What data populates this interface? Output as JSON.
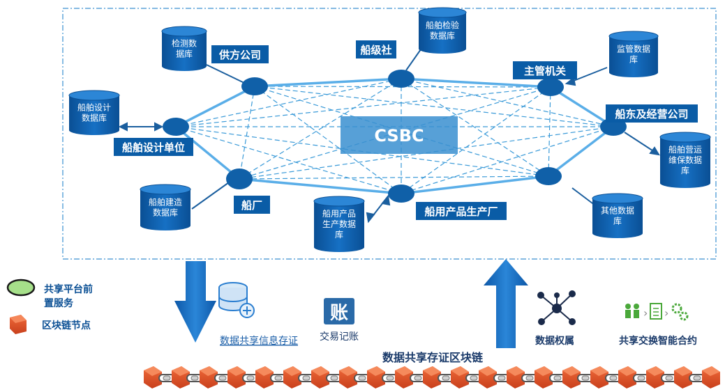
{
  "center": {
    "label": "CSBC"
  },
  "nodes": [
    {
      "id": "supplier",
      "label": "供方公司"
    },
    {
      "id": "class",
      "label": "船级社"
    },
    {
      "id": "authority",
      "label": "主管机关"
    },
    {
      "id": "owner",
      "label": "船东及经营公司"
    },
    {
      "id": "equipment",
      "label": "船用产品生产厂"
    },
    {
      "id": "shipyard",
      "label": "船厂"
    },
    {
      "id": "design",
      "label": "船舶设计单位"
    },
    {
      "id": "other",
      "label": ""
    }
  ],
  "databases": [
    {
      "id": "inspect",
      "lines": [
        "检测数",
        "据库"
      ]
    },
    {
      "id": "survey",
      "lines": [
        "船舶检验",
        "数据库"
      ]
    },
    {
      "id": "supervise",
      "lines": [
        "监管数据",
        "库"
      ]
    },
    {
      "id": "operate",
      "lines": [
        "船舶营运",
        "维保数据",
        "库"
      ]
    },
    {
      "id": "others",
      "lines": [
        "其他数据",
        "库"
      ]
    },
    {
      "id": "product",
      "lines": [
        "船用产品",
        "生产数据",
        "库"
      ]
    },
    {
      "id": "build",
      "lines": [
        "船舶建造",
        "数据库"
      ]
    },
    {
      "id": "designdb",
      "lines": [
        "船舶设计",
        "数据库"
      ]
    }
  ],
  "legend": {
    "frontend_line1": "共享平台前",
    "frontend_line2": "置服务",
    "blocknode": "区块链节点"
  },
  "bottom": {
    "store_label": "数据共享信息存证",
    "ledger_label": "交易记账",
    "ledger_glyph": "账",
    "chain_label": "数据共享存证区块链",
    "ownership_label": "数据权属",
    "contract_label": "共享交换智能合约"
  },
  "colors": {
    "node": "#1060a8",
    "line": "#5aaee8",
    "dash": "#3a9ad8",
    "label_bg": "#0a5ca6",
    "center_bg": "#3a8fd0",
    "db_fill": "#0d5ea8",
    "chain": "#e8542a",
    "arrow": "#1466b8",
    "frontend_fill": "#a6e08a"
  }
}
